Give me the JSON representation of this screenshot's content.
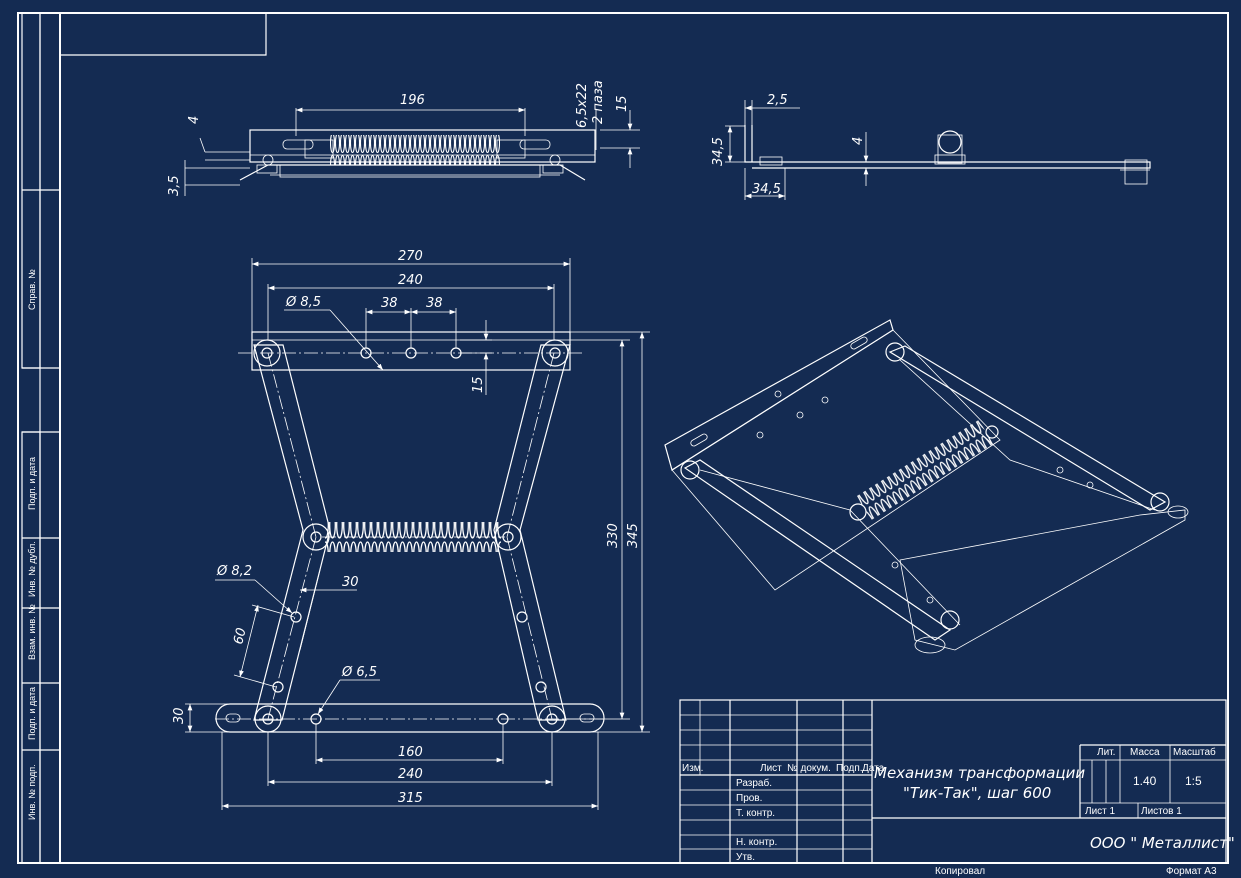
{
  "side_labels": [
    "Справ. №",
    "Подп. и дата",
    "Инв. № дубл.",
    "Взам. инв. №",
    "Подп. и дата",
    "Инв. № подп."
  ],
  "dims_top": {
    "d196": "196",
    "d4": "4",
    "d35": "3,5",
    "slot": "6,5x22",
    "slot2": "2 паза",
    "d15": "15"
  },
  "dims_side": {
    "d25": "2,5",
    "d345a": "34,5",
    "d4": "4",
    "d345b": "34,5"
  },
  "dims_front": {
    "d270": "270",
    "d240a": "240",
    "dia85": "Ø 8,5",
    "d38a": "38",
    "d38b": "38",
    "d15": "15",
    "d330": "330",
    "d345": "345",
    "dia82": "Ø 8,2",
    "d30a": "30",
    "d60": "60",
    "dia65": "Ø 6,5",
    "d30b": "30",
    "d160": "160",
    "d240b": "240",
    "d315": "315"
  },
  "title_block": {
    "izm": "Изм.",
    "list": "Лист",
    "ndoc": "№ докум.",
    "podp": "Подп.",
    "data": "Дата",
    "razrab": "Разраб.",
    "prov": "Пров.",
    "tkontr": "Т. контр.",
    "nkontr": "Н. контр.",
    "utv": "Утв.",
    "title1": "Механизм трансформации",
    "title2": "\"Тик-Так\", шаг 600",
    "lit": "Лит.",
    "massa": "Масса",
    "masshtab": "Масштаб",
    "mass_val": "1.40",
    "scale_val": "1:5",
    "sheet": "Лист 1",
    "sheets": "Листов 1",
    "company": "ООО \" Металлист\"",
    "kopiroval": "Копировал",
    "format": "Формат А3"
  }
}
